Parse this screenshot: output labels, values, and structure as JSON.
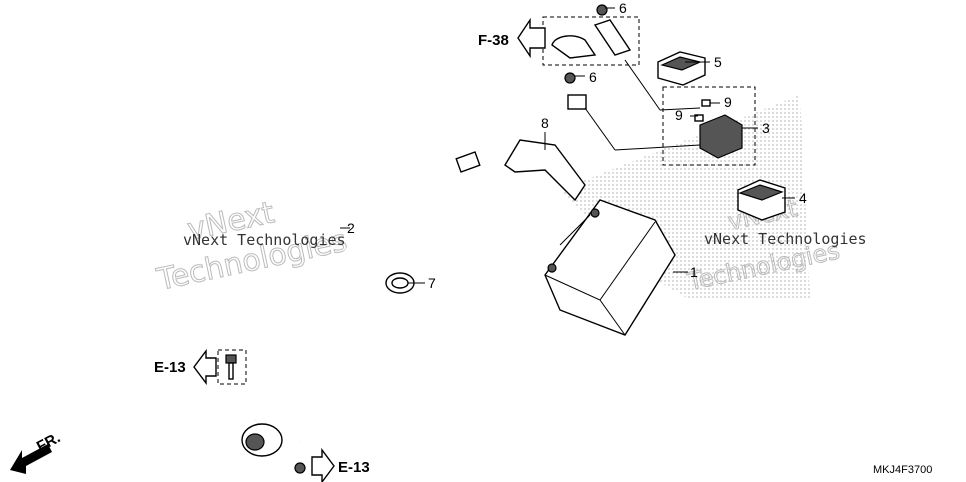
{
  "diagram": {
    "parts": [
      {
        "number": "1"
      },
      {
        "number": "2"
      },
      {
        "number": "3"
      },
      {
        "number": "4"
      },
      {
        "number": "5"
      },
      {
        "number": "6"
      },
      {
        "number": "6"
      },
      {
        "number": "7"
      },
      {
        "number": "8"
      },
      {
        "number": "9"
      },
      {
        "number": "9"
      }
    ],
    "references": {
      "f38": "F-38",
      "e13_upper": "E-13",
      "e13_lower": "E-13",
      "front": "FR."
    },
    "watermarks": {
      "left_small": "vNext Technologies",
      "left_big_1": "vNext",
      "left_big_2": "Technologies",
      "right_small": "vNext Technologies",
      "right_big_1": "vNext",
      "right_big_2": "Technologies"
    },
    "diagram_code": "MKJ4F3700"
  }
}
